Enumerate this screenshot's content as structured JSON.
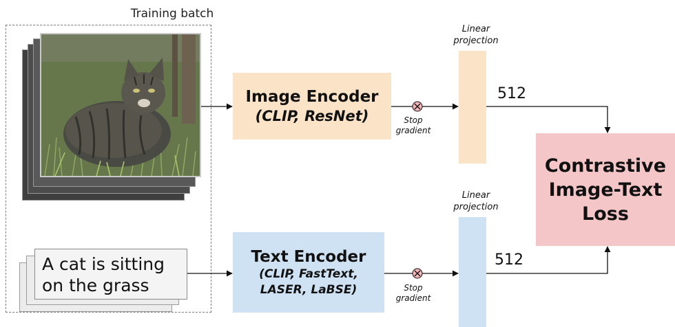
{
  "batch": {
    "title": "Training batch",
    "caption": "A cat is sitting on the grass",
    "caption_line1": "A cat is sitting",
    "caption_line2": "on the grass"
  },
  "image_encoder": {
    "title": "Image Encoder",
    "subtitle": "(CLIP, ResNet)"
  },
  "text_encoder": {
    "title": "Text Encoder",
    "subtitle_line1": "(CLIP, FastText,",
    "subtitle_line2": "LASER, LaBSE)"
  },
  "stop_gradient": {
    "line1": "Stop",
    "line2": "gradient"
  },
  "projection": {
    "line1": "Linear",
    "line2": "projection"
  },
  "dimension": "512",
  "loss": {
    "line1": "Contrastive",
    "line2": "Image-Text",
    "line3": "Loss"
  },
  "colors": {
    "image_path": "#fbe3c8",
    "text_path": "#cfe2f3",
    "loss": "#f4c6c7",
    "stop_marker": "#f2b6b9"
  }
}
